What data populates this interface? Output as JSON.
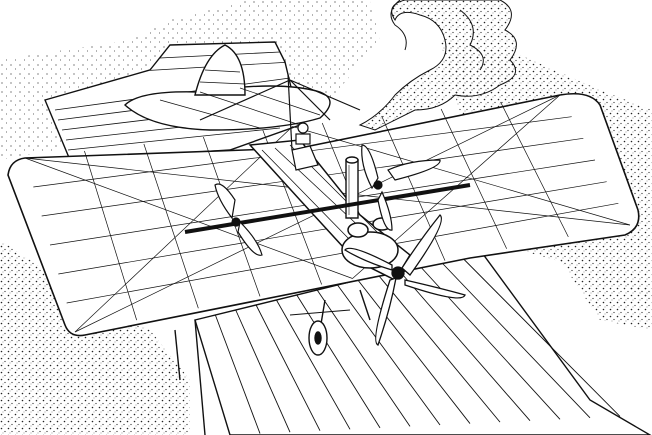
{
  "illustration": {
    "style": "black-and-white pen-and-ink engraving",
    "colors": {
      "ink": "#111111",
      "paper": "#ffffff",
      "stipple": "#222222"
    },
    "objects": [
      "steam-powered-aircraft",
      "wooden-ramp",
      "tail-wing",
      "main-wing",
      "propeller-front",
      "propeller-mid-left",
      "propeller-mid-right",
      "smoke-plume",
      "pilot",
      "chimney",
      "landing-wheels"
    ]
  }
}
